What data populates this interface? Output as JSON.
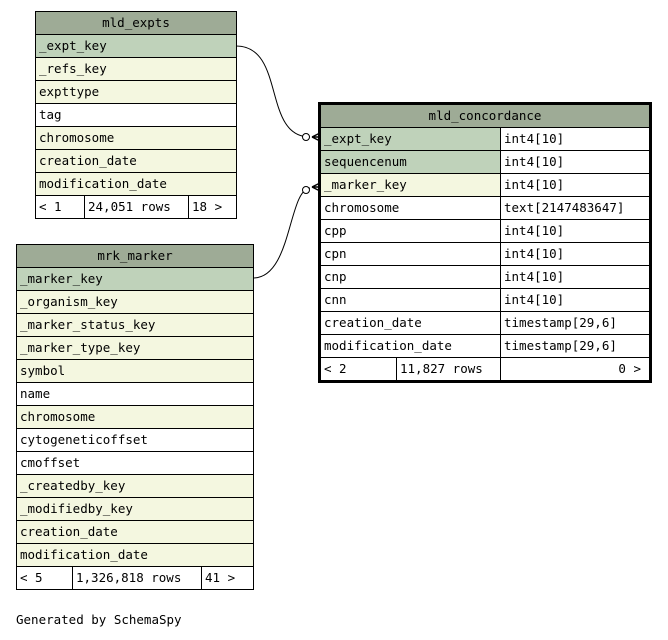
{
  "tables": {
    "mld_expts": {
      "title": "mld_expts",
      "columns": [
        {
          "name": "_expt_key",
          "kind": "pk"
        },
        {
          "name": "_refs_key",
          "kind": "fk"
        },
        {
          "name": "expttype",
          "kind": "fk"
        },
        {
          "name": "tag",
          "kind": "plain"
        },
        {
          "name": "chromosome",
          "kind": "fk"
        },
        {
          "name": "creation_date",
          "kind": "fk"
        },
        {
          "name": "modification_date",
          "kind": "fk"
        }
      ],
      "footer": {
        "parents": "< 1",
        "rows": "24,051 rows",
        "children": "18 >"
      }
    },
    "mrk_marker": {
      "title": "mrk_marker",
      "columns": [
        {
          "name": "_marker_key",
          "kind": "pk"
        },
        {
          "name": "_organism_key",
          "kind": "fk"
        },
        {
          "name": "_marker_status_key",
          "kind": "fk"
        },
        {
          "name": "_marker_type_key",
          "kind": "fk"
        },
        {
          "name": "symbol",
          "kind": "fk"
        },
        {
          "name": "name",
          "kind": "plain"
        },
        {
          "name": "chromosome",
          "kind": "fk"
        },
        {
          "name": "cytogeneticoffset",
          "kind": "plain"
        },
        {
          "name": "cmoffset",
          "kind": "plain"
        },
        {
          "name": "_createdby_key",
          "kind": "fk"
        },
        {
          "name": "_modifiedby_key",
          "kind": "fk"
        },
        {
          "name": "creation_date",
          "kind": "fk"
        },
        {
          "name": "modification_date",
          "kind": "fk"
        }
      ],
      "footer": {
        "parents": "< 5",
        "rows": "1,326,818 rows",
        "children": "41 >"
      }
    },
    "mld_concordance": {
      "title": "mld_concordance",
      "columns": [
        {
          "name": "_expt_key",
          "type": "int4[10]",
          "kind": "pk"
        },
        {
          "name": "sequencenum",
          "type": "int4[10]",
          "kind": "pk"
        },
        {
          "name": "_marker_key",
          "type": "int4[10]",
          "kind": "fk"
        },
        {
          "name": "chromosome",
          "type": "text[2147483647]",
          "kind": "plain"
        },
        {
          "name": "cpp",
          "type": "int4[10]",
          "kind": "plain"
        },
        {
          "name": "cpn",
          "type": "int4[10]",
          "kind": "plain"
        },
        {
          "name": "cnp",
          "type": "int4[10]",
          "kind": "plain"
        },
        {
          "name": "cnn",
          "type": "int4[10]",
          "kind": "plain"
        },
        {
          "name": "creation_date",
          "type": "timestamp[29,6]",
          "kind": "plain"
        },
        {
          "name": "modification_date",
          "type": "timestamp[29,6]",
          "kind": "plain"
        }
      ],
      "footer": {
        "parents": "< 2",
        "rows": "11,827 rows",
        "children": "0 >"
      }
    }
  },
  "colors": {
    "header": "#9eab96",
    "primary_key": "#bfd2ba",
    "foreign_key": "#f4f7e0",
    "plain": "#ffffff"
  },
  "credit": "Generated by SchemaSpy"
}
